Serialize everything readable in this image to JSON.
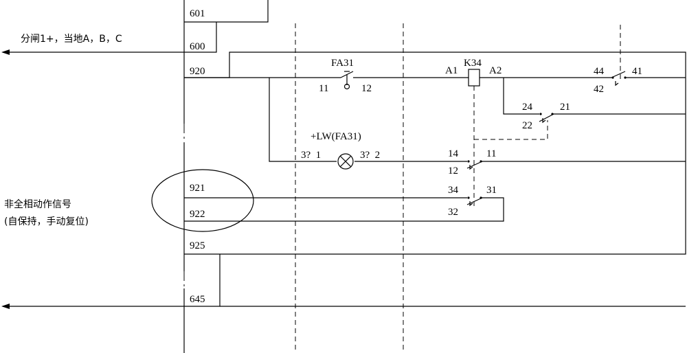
{
  "labels": {
    "left_top": "分闸1+，当地A，B，C",
    "left_mid_line1": "非全相动作信号",
    "left_mid_line2": "(自保持，手动复位)",
    "n601": "601",
    "n600": "600",
    "n920": "920",
    "n921": "921",
    "n922": "922",
    "n925": "925",
    "n645": "645"
  },
  "components": {
    "fa31": {
      "name": "FA31",
      "t1": "11",
      "t2": "12"
    },
    "lamp": {
      "name": "+LW(FA31)",
      "t1": "3?  1",
      "t2": "3?  2"
    },
    "k34": {
      "name": "K34",
      "a1": "A1",
      "a2": "A2"
    },
    "k34_c1": {
      "a": "44",
      "b": "41",
      "c": "42"
    },
    "k34_c2": {
      "a": "24",
      "b": "21",
      "c": "22"
    },
    "k34_c3": {
      "a": "14",
      "b": "11",
      "c": "12"
    },
    "k34_c4": {
      "a": "34",
      "b": "31",
      "c": "32"
    }
  }
}
